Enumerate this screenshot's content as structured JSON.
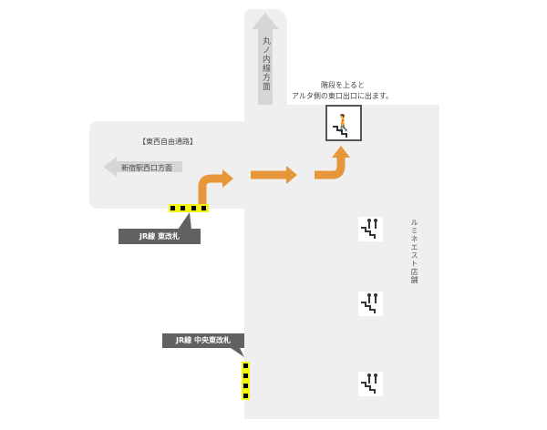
{
  "labels": {
    "east_west_passage": "【東西自由通路】",
    "shinjuku_west": "新宿駅西口方面",
    "marunouchi": "丸ノ内線方面",
    "stairs_note_1": "階段を上ると",
    "stairs_note_2": "アルタ側の東口出口に出ます。",
    "lumine_est": "ルミネエスト店舗",
    "jr_east_gate": "JR線 東改札",
    "jr_central_east_gate": "JR線 中央東改札"
  },
  "colors": {
    "route": "#e8963a",
    "gate": "#f4f40c",
    "floor": "#efefef",
    "callout": "#616161"
  }
}
